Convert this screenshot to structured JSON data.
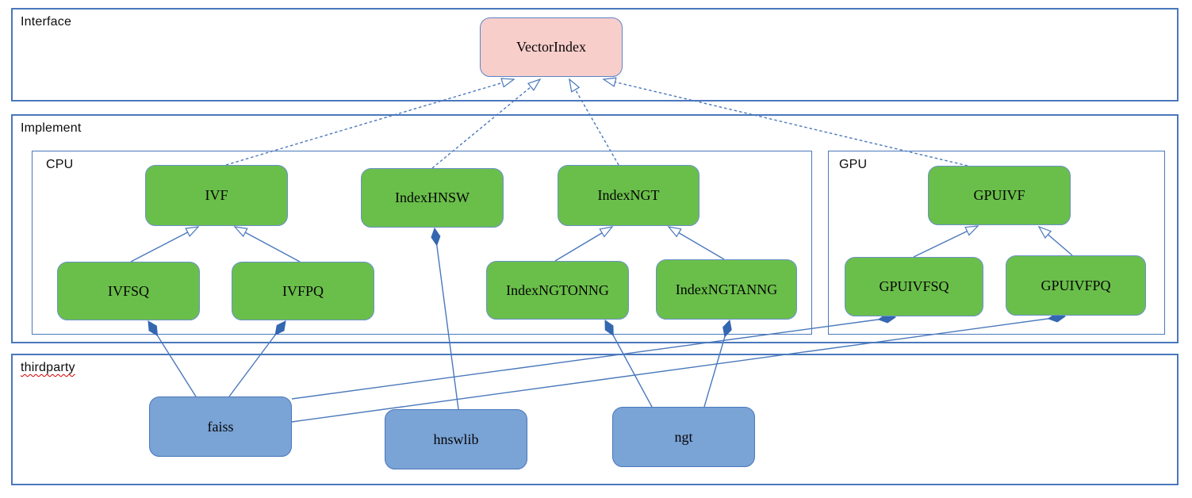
{
  "sections": {
    "interface": {
      "label": "Interface"
    },
    "implement": {
      "label": "Implement"
    },
    "cpu": {
      "label": "CPU"
    },
    "gpu": {
      "label": "GPU"
    },
    "thirdparty": {
      "label": "thirdparty"
    }
  },
  "nodes": {
    "vectorindex": {
      "label": "VectorIndex",
      "role": "interface"
    },
    "ivf": {
      "label": "IVF",
      "role": "cpu-class"
    },
    "indexhnsw": {
      "label": "IndexHNSW",
      "role": "cpu-class"
    },
    "indexngt": {
      "label": "IndexNGT",
      "role": "cpu-class"
    },
    "ivfsq": {
      "label": "IVFSQ",
      "role": "cpu-class"
    },
    "ivfpq": {
      "label": "IVFPQ",
      "role": "cpu-class"
    },
    "indexngtonng": {
      "label": "IndexNGTONNG",
      "role": "cpu-class"
    },
    "indexngtanng": {
      "label": "IndexNGTANNG",
      "role": "cpu-class"
    },
    "gpuivf": {
      "label": "GPUIVF",
      "role": "gpu-class"
    },
    "gpuivfsq": {
      "label": "GPUIVFSQ",
      "role": "gpu-class"
    },
    "gpuivfpq": {
      "label": "GPUIVFPQ",
      "role": "gpu-class"
    },
    "faiss": {
      "label": "faiss",
      "role": "thirdparty-lib"
    },
    "hnswlib": {
      "label": "hnswlib",
      "role": "thirdparty-lib"
    },
    "ngt": {
      "label": "ngt",
      "role": "thirdparty-lib"
    }
  },
  "edges": [
    {
      "from": "IVF",
      "to": "VectorIndex",
      "relation": "realization",
      "style": "dashed-hollow-arrow"
    },
    {
      "from": "IndexHNSW",
      "to": "VectorIndex",
      "relation": "realization",
      "style": "dashed-hollow-arrow"
    },
    {
      "from": "IndexNGT",
      "to": "VectorIndex",
      "relation": "realization",
      "style": "dashed-hollow-arrow"
    },
    {
      "from": "GPUIVF",
      "to": "VectorIndex",
      "relation": "realization",
      "style": "dashed-hollow-arrow"
    },
    {
      "from": "IVFSQ",
      "to": "IVF",
      "relation": "generalization",
      "style": "solid-hollow-arrow"
    },
    {
      "from": "IVFPQ",
      "to": "IVF",
      "relation": "generalization",
      "style": "solid-hollow-arrow"
    },
    {
      "from": "IndexNGTONNG",
      "to": "IndexNGT",
      "relation": "generalization",
      "style": "solid-hollow-arrow"
    },
    {
      "from": "IndexNGTANNG",
      "to": "IndexNGT",
      "relation": "generalization",
      "style": "solid-hollow-arrow"
    },
    {
      "from": "GPUIVFSQ",
      "to": "GPUIVF",
      "relation": "generalization",
      "style": "solid-hollow-arrow"
    },
    {
      "from": "GPUIVFPQ",
      "to": "GPUIVF",
      "relation": "generalization",
      "style": "solid-hollow-arrow"
    },
    {
      "from": "faiss",
      "to": "IVFSQ",
      "relation": "composition",
      "style": "solid-filled-diamond"
    },
    {
      "from": "faiss",
      "to": "IVFPQ",
      "relation": "composition",
      "style": "solid-filled-diamond"
    },
    {
      "from": "faiss",
      "to": "GPUIVFSQ",
      "relation": "composition",
      "style": "solid-filled-diamond"
    },
    {
      "from": "faiss",
      "to": "GPUIVFPQ",
      "relation": "composition",
      "style": "solid-filled-diamond"
    },
    {
      "from": "hnswlib",
      "to": "IndexHNSW",
      "relation": "composition",
      "style": "solid-filled-diamond"
    },
    {
      "from": "ngt",
      "to": "IndexNGTONNG",
      "relation": "composition",
      "style": "solid-filled-diamond"
    },
    {
      "from": "ngt",
      "to": "IndexNGTANNG",
      "relation": "composition",
      "style": "solid-filled-diamond"
    }
  ],
  "colors": {
    "interface_node_fill": "#f8cecb",
    "class_node_fill": "#6abf4a",
    "thirdparty_node_fill": "#7aa3d6",
    "connector_line": "#4a78bc",
    "composition_diamond": "#3567b1",
    "section_border": "#4a78bc",
    "spellcheck_underline": "#d40000"
  }
}
